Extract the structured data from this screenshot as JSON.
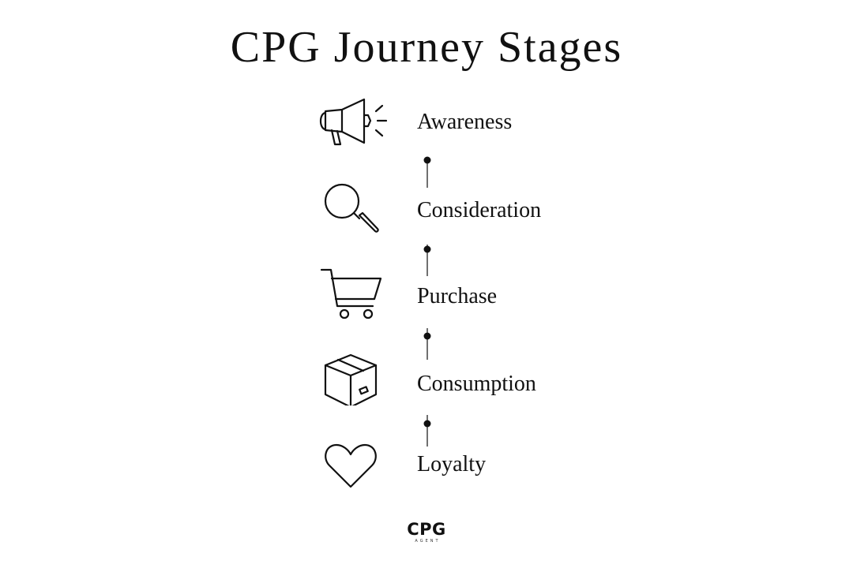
{
  "title": "CPG Journey Stages",
  "stages": [
    {
      "label": "Awareness",
      "icon": "megaphone-icon"
    },
    {
      "label": "Consideration",
      "icon": "magnifying-glass-icon"
    },
    {
      "label": "Purchase",
      "icon": "shopping-cart-icon"
    },
    {
      "label": "Consumption",
      "icon": "package-box-icon"
    },
    {
      "label": "Loyalty",
      "icon": "heart-icon"
    }
  ],
  "logo": {
    "name": "CPG",
    "subtitle": "AGENT"
  },
  "colors": {
    "background": "#ffffff",
    "ink": "#111111"
  }
}
